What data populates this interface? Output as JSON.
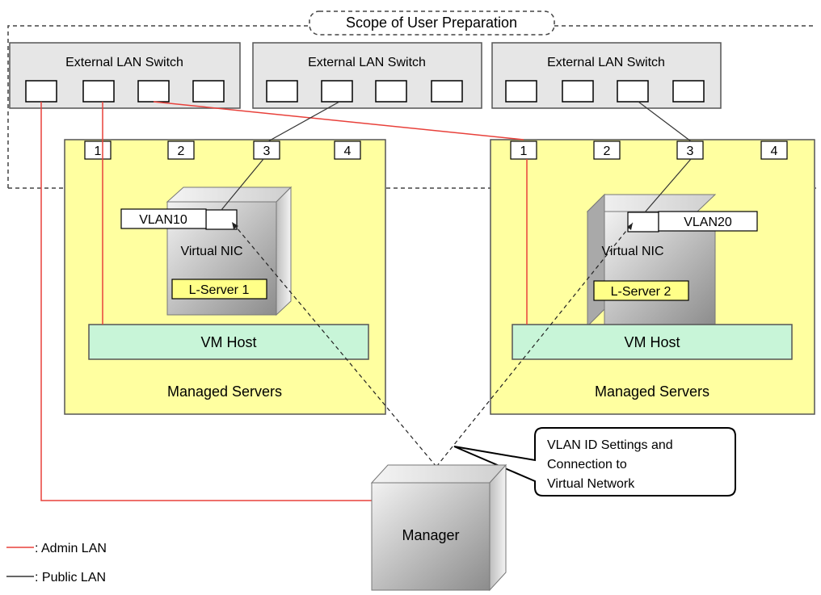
{
  "scope_label": "Scope of User Preparation",
  "switches": [
    {
      "label": "External LAN Switch"
    },
    {
      "label": "External LAN Switch"
    },
    {
      "label": "External LAN Switch"
    }
  ],
  "servers": [
    {
      "ports": [
        "1",
        "2",
        "3",
        "4"
      ],
      "vlan": "VLAN10",
      "nic_label": "Virtual NIC",
      "lserver": "L-Server 1",
      "vm_host": "VM Host",
      "caption": "Managed Servers"
    },
    {
      "ports": [
        "1",
        "2",
        "3",
        "4"
      ],
      "vlan": "VLAN20",
      "nic_label": "Virtual NIC",
      "lserver": "L-Server 2",
      "vm_host": "VM Host",
      "caption": "Managed Servers"
    }
  ],
  "callout": [
    "VLAN ID Settings and",
    "Connection to",
    "Virtual Network"
  ],
  "manager": "Manager",
  "legend": [
    {
      "label": ": Admin LAN",
      "color": "#e8403a"
    },
    {
      "label": ": Public LAN",
      "color": "#333333"
    }
  ],
  "colors": {
    "server_fill": "#ffffa0",
    "vmhost_fill": "#c8f5d8",
    "lserver_fill": "#ffff88",
    "switch_fill": "#e6e6e6",
    "admin_line": "#e8403a",
    "public_line": "#333333"
  }
}
